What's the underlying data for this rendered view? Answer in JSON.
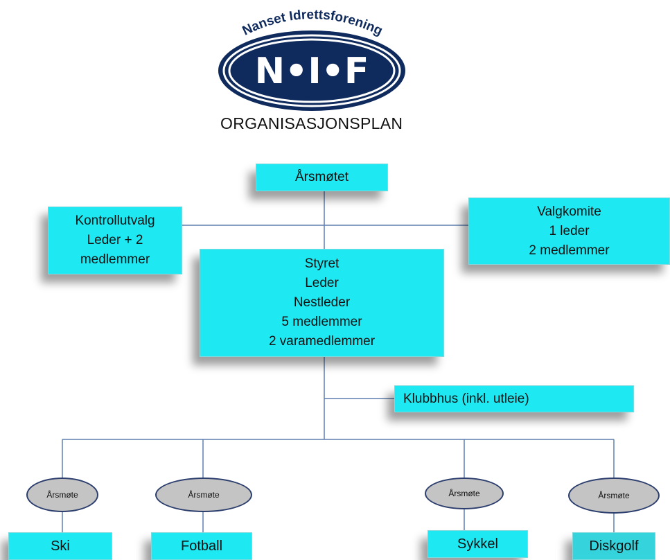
{
  "logo": {
    "club_name": "Nanset Idrettsforening",
    "acronym": "N•I•F",
    "colors": {
      "navy": "#0f2a5c",
      "white": "#ffffff"
    }
  },
  "title": "ORGANISASJONSPLAN",
  "colors": {
    "box_fill": "#1ee9f2",
    "line": "#5f7fb0",
    "oval_fill": "#c4c4c4",
    "oval_border": "#2c3e6e"
  },
  "nodes": {
    "arsmotet": [
      "Årsmøtet"
    ],
    "kontrollutvalg": [
      "Kontrollutvalg",
      "Leder + 2",
      "medlemmer"
    ],
    "valgkomite": [
      "Valgkomite",
      "1 leder",
      "2 medlemmer"
    ],
    "styret": [
      "Styret",
      "Leder",
      "Nestleder",
      "5 medlemmer",
      "2 varamedlemmer"
    ],
    "klubbhus": [
      "Klubbhus (inkl. utleie)"
    ]
  },
  "groups": [
    {
      "meeting": "Årsmøte",
      "name": "Ski"
    },
    {
      "meeting": "Årsmøte",
      "name": "Fotball"
    },
    {
      "meeting": "Årsmøte",
      "name": "Sykkel"
    },
    {
      "meeting": "Årsmøte",
      "name": "Diskgolf"
    }
  ]
}
